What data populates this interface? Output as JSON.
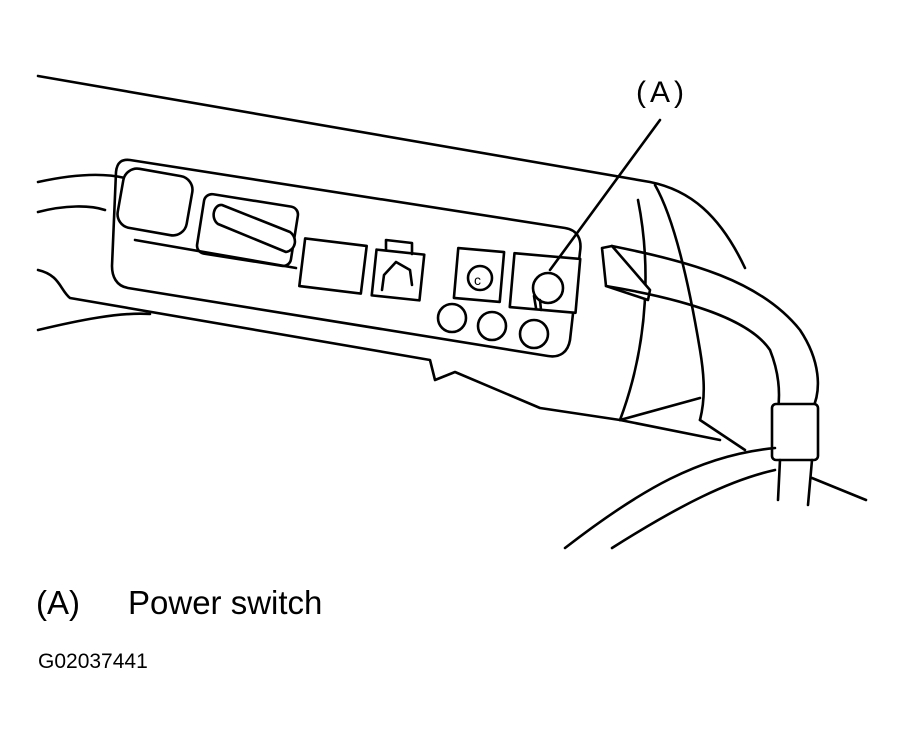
{
  "callout": {
    "label": "(A)"
  },
  "legend": {
    "key": "(A)",
    "text": "Power switch"
  },
  "figure_id": "G02037441",
  "icons": [
    "power-switch-icon",
    "cable-icon",
    "strap-clip-icon"
  ]
}
